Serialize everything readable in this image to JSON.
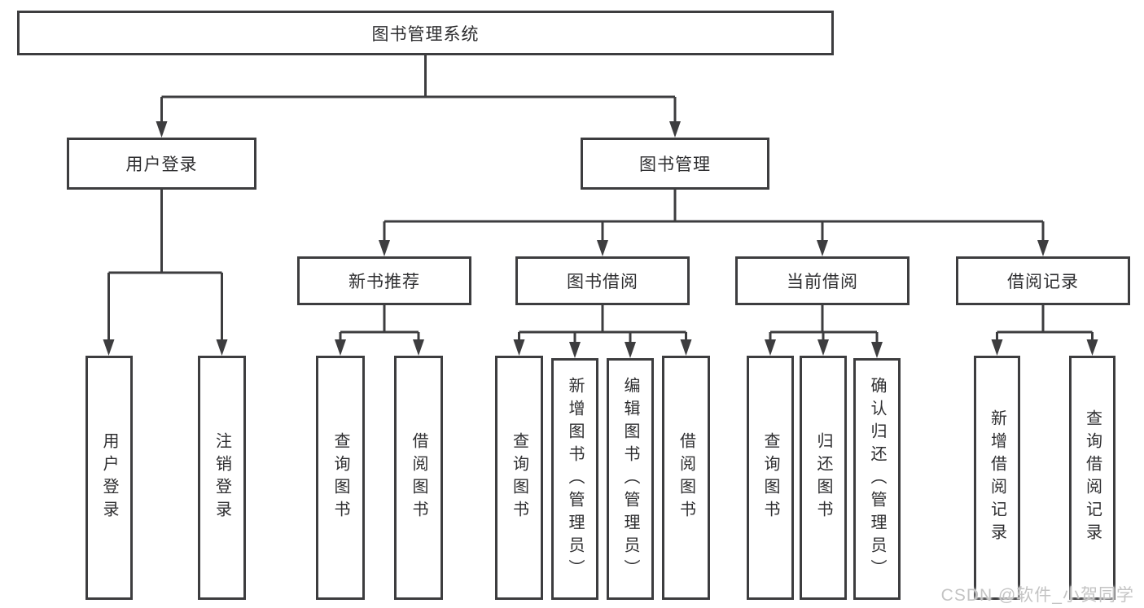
{
  "watermark": "CSDN @软件_小贺同学",
  "colors": {
    "line": "#3d3d3f",
    "box_border": "#3d3d3f",
    "text": "#2e2e30",
    "background": "#ffffff",
    "watermark": "#c4c4c4"
  },
  "tree": {
    "root": "图书管理系统",
    "children": [
      {
        "label": "用户登录",
        "children": [
          {
            "label": "用户登录"
          },
          {
            "label": "注销登录"
          }
        ]
      },
      {
        "label": "图书管理",
        "children": [
          {
            "label": "新书推荐",
            "children": [
              {
                "label": "查询图书"
              },
              {
                "label": "借阅图书"
              }
            ]
          },
          {
            "label": "图书借阅",
            "children": [
              {
                "label": "查询图书"
              },
              {
                "label": "新增图书（管理员）"
              },
              {
                "label": "编辑图书（管理员）"
              },
              {
                "label": "借阅图书"
              }
            ]
          },
          {
            "label": "当前借阅",
            "children": [
              {
                "label": "查询图书"
              },
              {
                "label": "归还图书"
              },
              {
                "label": "确认归还（管理员）"
              }
            ]
          },
          {
            "label": "借阅记录",
            "children": [
              {
                "label": "新增借阅记录"
              },
              {
                "label": "查询借阅记录"
              }
            ]
          }
        ]
      }
    ]
  }
}
